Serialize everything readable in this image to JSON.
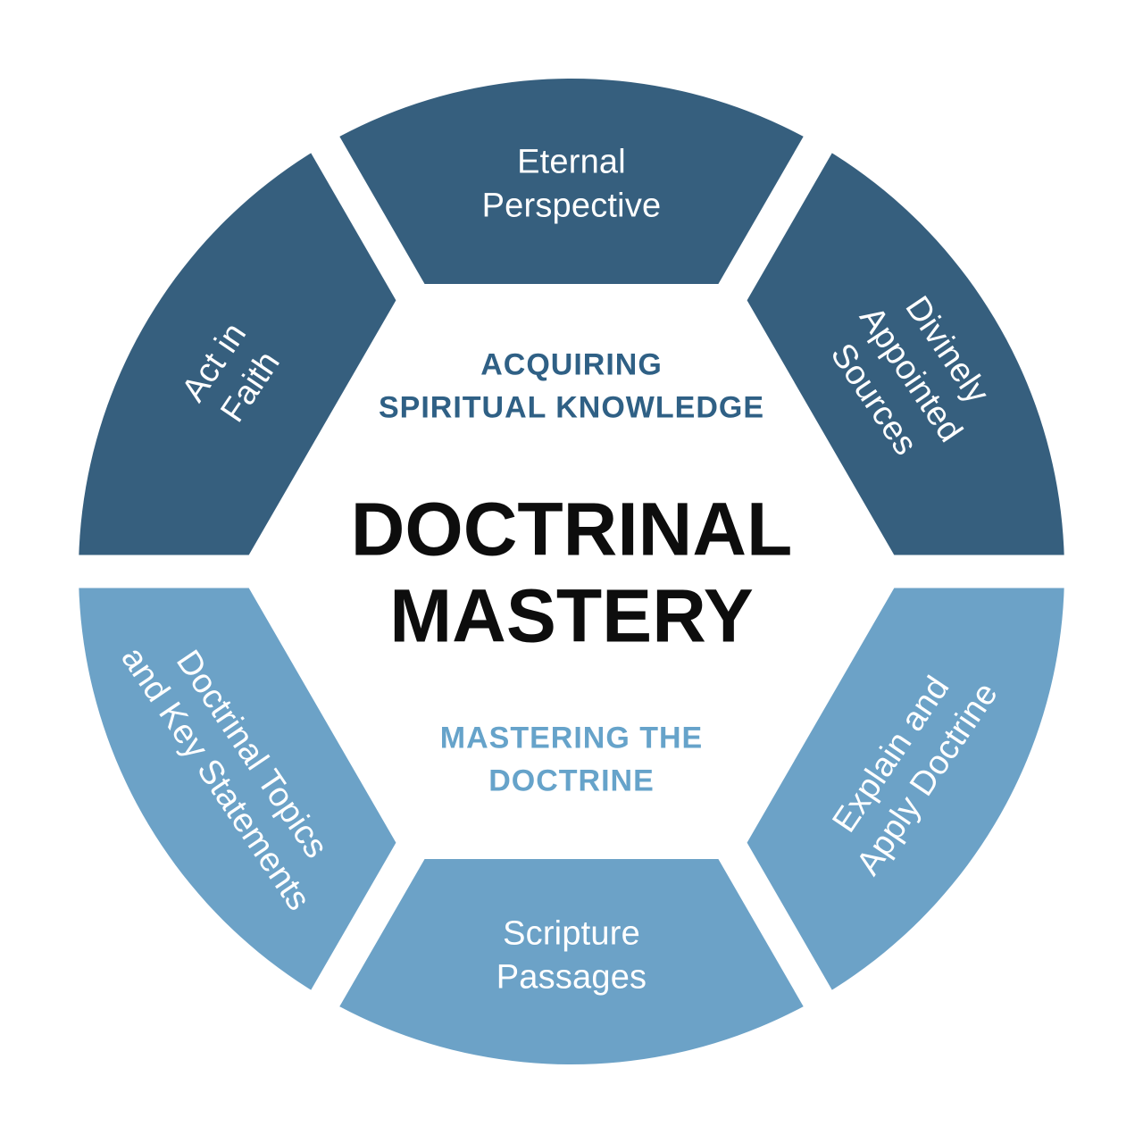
{
  "colors": {
    "dark_segment": "#365F7E",
    "light_segment": "#6CA2C7",
    "acquiring_heading_text": "#2F6085",
    "mastering_heading_text": "#66A3CA",
    "title_text": "#0D0D0D",
    "segment_label_text": "#FFFFFF",
    "background": "#FFFFFF"
  },
  "center": {
    "section_top_label": "ACQUIRING\nSPIRITUAL KNOWLEDGE",
    "title": "DOCTRINAL\nMASTERY",
    "section_bottom_label": "MASTERING THE\nDOCTRINE"
  },
  "segments": [
    {
      "id": "eternal-perspective",
      "label": "Eternal\nPerspective",
      "group": "acquiring-spiritual-knowledge",
      "position": "top"
    },
    {
      "id": "divinely-appointed-sources",
      "label": "Divinely Appointed\nSources",
      "group": "acquiring-spiritual-knowledge",
      "position": "top-right"
    },
    {
      "id": "act-in-faith",
      "label": "Act in\nFaith",
      "group": "acquiring-spiritual-knowledge",
      "position": "top-left"
    },
    {
      "id": "explain-and-apply-doctrine",
      "label": "Explain and\nApply Doctrine",
      "group": "mastering-the-doctrine",
      "position": "bottom-right"
    },
    {
      "id": "doctrinal-topics",
      "label": "Doctrinal Topics\nand Key Statements",
      "group": "mastering-the-doctrine",
      "position": "bottom-left"
    },
    {
      "id": "scripture-passages",
      "label": "Scripture\nPassages",
      "group": "mastering-the-doctrine",
      "position": "bottom"
    }
  ]
}
